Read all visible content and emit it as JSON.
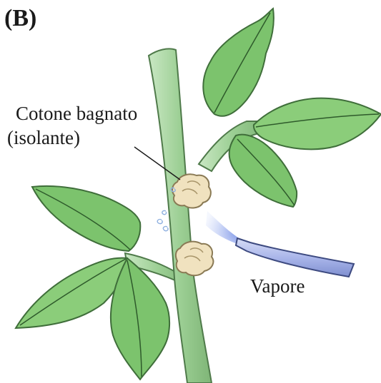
{
  "figure": {
    "panel_letter": "(B)",
    "cotton_label_line1": "Cotone bagnato",
    "cotton_label_line2": "(isolante)",
    "steam_label": "Vapore"
  },
  "colors": {
    "stem": "#a8d6a2",
    "stem_edge": "#4f7a4a",
    "leaf": "#7cc36d",
    "leaf_light": "#9fd48e",
    "leaf_edge": "#3f6e3a",
    "cotton": "#f0e2bf",
    "cotton_edge": "#8a7a55",
    "nozzle": "#aeb8e8",
    "spray": "#7f97e6"
  },
  "icons": {
    "cotton_upper": "wet-cotton-icon",
    "cotton_lower": "wet-cotton-icon",
    "steam_puff": "steam-swirl-icon",
    "nozzle": "steam-nozzle-icon"
  }
}
